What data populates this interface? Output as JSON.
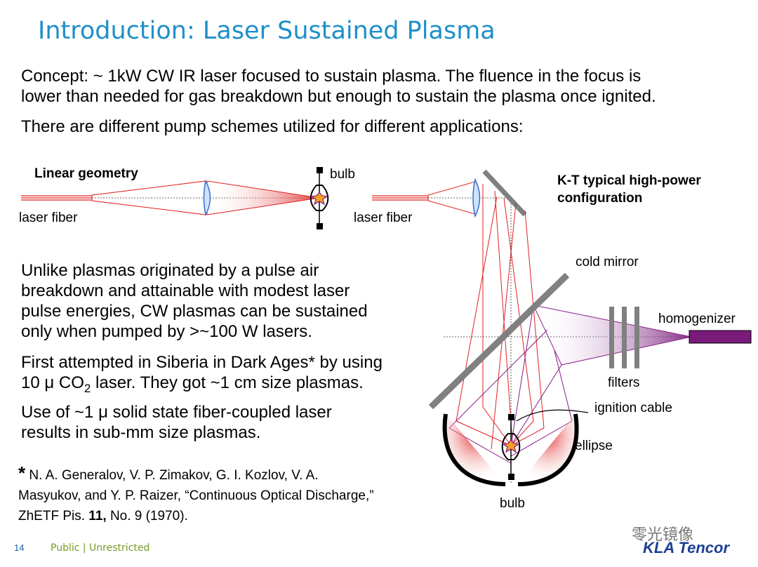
{
  "slide": {
    "title": "Introduction: Laser Sustained Plasma",
    "concept_line1": "Concept:  ~ 1kW CW IR laser focused to sustain plasma.  The fluence in the focus is",
    "concept_line2": "lower than needed for gas breakdown but enough to sustain the plasma once ignited.",
    "schemes": "There are different pump schemes utilized for different applications:",
    "unlike_lines": [
      "Unlike plasmas originated by a pulse air",
      "breakdown and attainable with modest laser",
      "pulse energies, CW plasmas can be sustained",
      "only when pumped by >~100 W lasers."
    ],
    "first_line1": "First attempted in Siberia in Dark Ages* by using",
    "first_line2_a": "10 ",
    "first_line2_mu": "μ",
    "first_line2_b": " CO",
    "first_line2_sub": "2",
    "first_line2_c": " laser.  They got ~1 cm size plasmas.",
    "useof_line1": "Use of ~1 μ solid state fiber-coupled laser",
    "useof_line2": "results in sub-mm size plasmas.",
    "ref_star": "*",
    "ref_line1": " N. A. Generalov, V. P. Zimakov, G. I. Kozlov, V. A.",
    "ref_line2": "Masyukov, and Y. P. Raizer, “Continuous Optical Discharge,”",
    "ref_line3_a": "ZhETF Pis. ",
    "ref_line3_bold": "11,",
    "ref_line3_b": " No. 9 (1970)."
  },
  "diagram": {
    "linear_geometry": "Linear geometry",
    "bulb_top": "bulb",
    "laser_fiber_left": "laser fiber",
    "laser_fiber_right": "laser fiber",
    "kt_line1": "K-T typical high-power",
    "kt_line2": "configuration",
    "cold_mirror": "cold mirror",
    "homogenizer": "homogenizer",
    "filters": "filters",
    "ignition_cable": "ignition cable",
    "ellipse": "ellipse",
    "bulb_bottom": "bulb"
  },
  "footer": {
    "page_number": "14",
    "classification": "Public | Unrestricted",
    "logo": "KLA Tencor",
    "watermark": "零光镜像"
  },
  "colors": {
    "title": "#1f8fc9",
    "laser_ray": "#e02020",
    "purple_ray": "#8a1a8a",
    "mirror": "#808080",
    "homogenizer": "#7a1a7a"
  }
}
